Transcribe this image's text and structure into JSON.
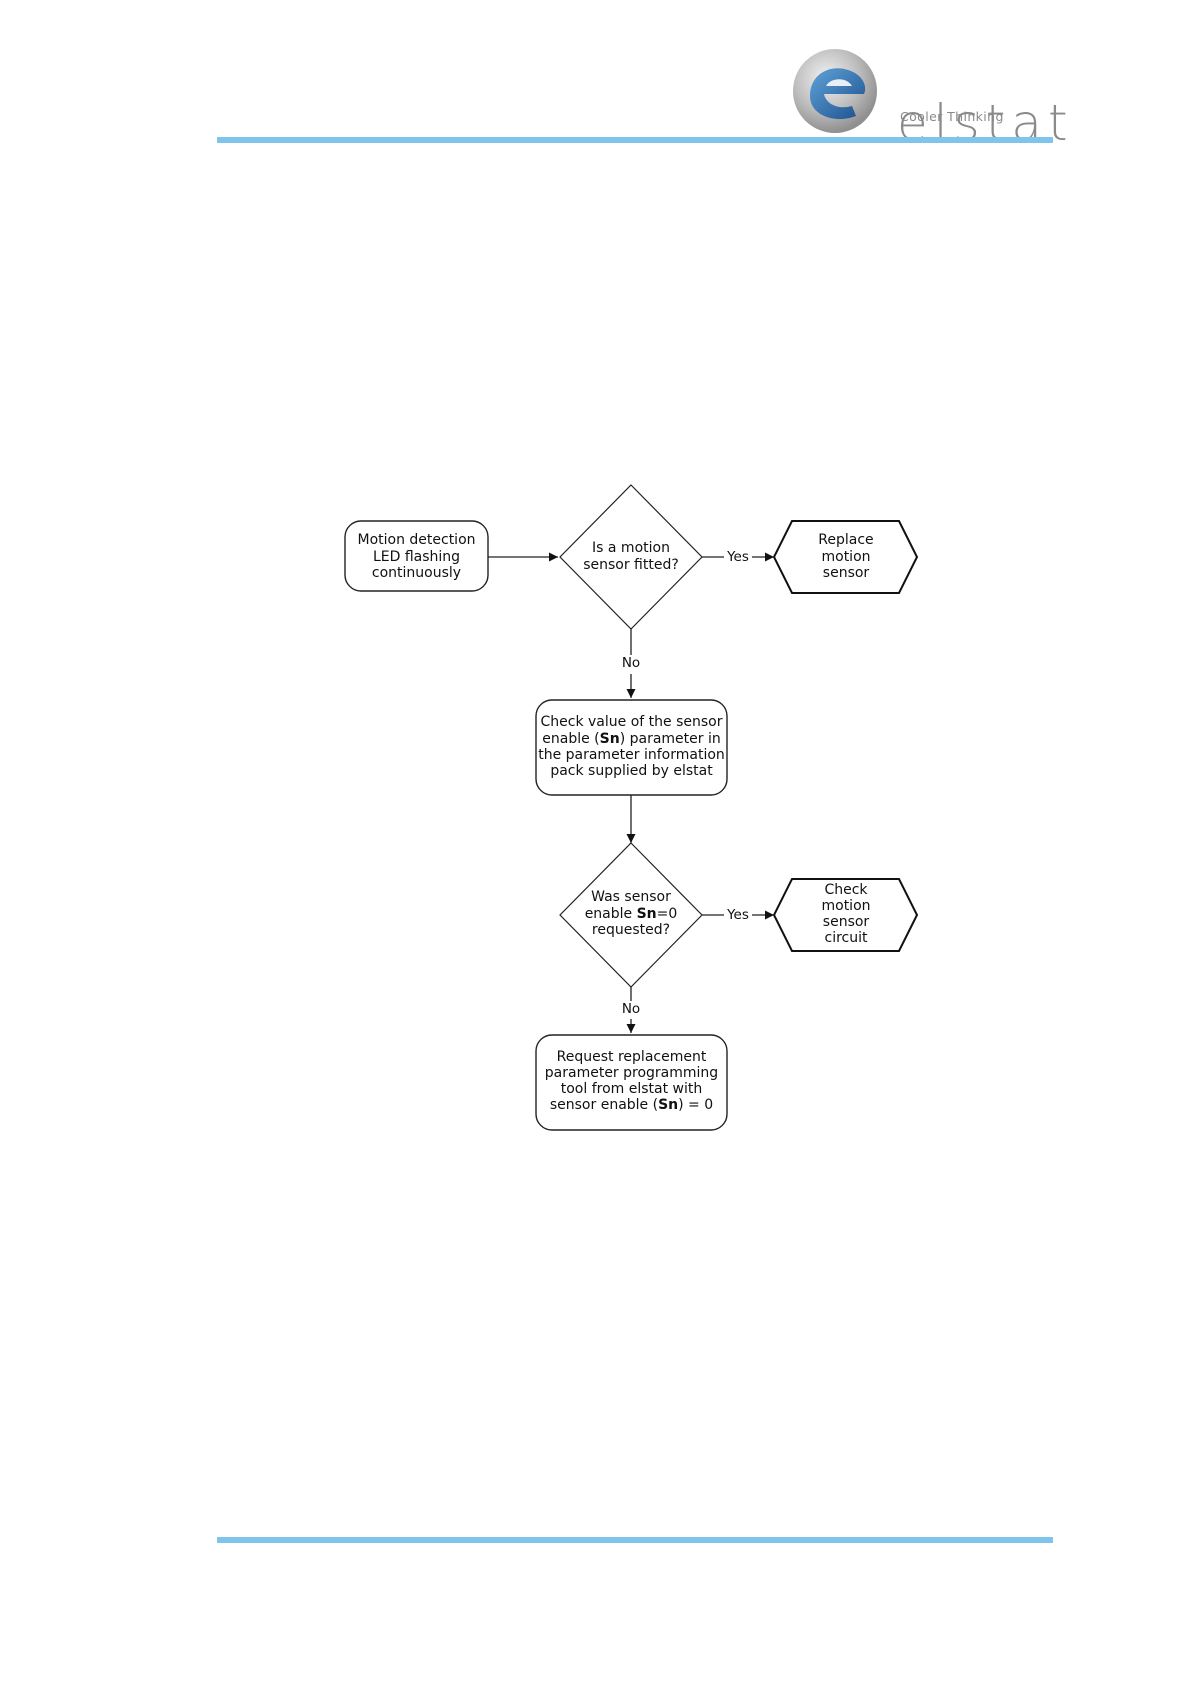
{
  "brand": {
    "name": "elstat",
    "tagline": "Cooler Thinking",
    "rule_color": "#7fc4ea"
  },
  "flow": {
    "start": [
      "Motion detection",
      "LED flashing",
      "continuously"
    ],
    "decision1": [
      "Is a motion",
      "sensor fitted?"
    ],
    "end1": [
      "Replace",
      "motion",
      "sensor"
    ],
    "label_yes": "Yes",
    "label_no": "No",
    "process1": {
      "line1": "Check value of the sensor",
      "line2_pre": "enable (",
      "line2_bold": "Sn",
      "line2_post": ") parameter in",
      "line3": "the parameter information",
      "line4": "pack supplied by elstat"
    },
    "decision2": {
      "line1": "Was sensor",
      "line2_pre": "enable ",
      "line2_bold": "Sn",
      "line2_post": "=0",
      "line3": "requested?"
    },
    "end2": [
      "Check",
      "motion",
      "sensor",
      "circuit"
    ],
    "process2": {
      "line1": "Request replacement",
      "line2": "parameter programming",
      "line3": "tool from elstat with",
      "line4_pre": "sensor enable (",
      "line4_bold": "Sn",
      "line4_post": ") = 0"
    }
  }
}
